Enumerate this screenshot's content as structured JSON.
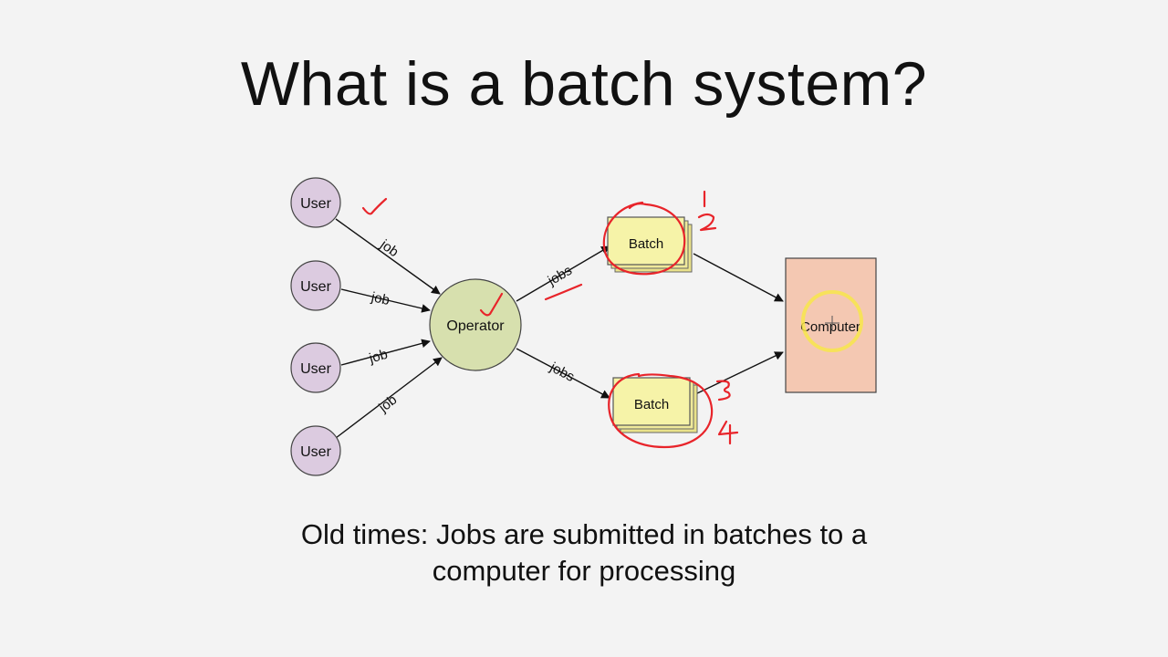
{
  "slide": {
    "title": "What is a batch system?",
    "caption_line_1": "Old times: Jobs are submitted in batches to a",
    "caption_line_2": "computer for processing"
  },
  "diagram": {
    "users": [
      {
        "label": "User"
      },
      {
        "label": "User"
      },
      {
        "label": "User"
      },
      {
        "label": "User"
      }
    ],
    "user_edges": [
      {
        "label": "job"
      },
      {
        "label": "job"
      },
      {
        "label": "job"
      },
      {
        "label": "job"
      }
    ],
    "operator": {
      "label": "Operator"
    },
    "batch_edges": [
      {
        "label": "jobs"
      },
      {
        "label": "jobs"
      }
    ],
    "batches": [
      {
        "label": "Batch"
      },
      {
        "label": "Batch"
      }
    ],
    "computer": {
      "label": "Computer"
    },
    "colors": {
      "user_fill": "#dccbe0",
      "operator_fill": "#d7e0ae",
      "batch_fill": "#f6f3a8",
      "computer_fill": "#f4c8b2",
      "annotation_red": "#e8242a",
      "annotation_yellow": "#f7e64a"
    }
  },
  "annotations": {
    "marks": [
      {
        "kind": "checkmark"
      },
      {
        "kind": "checkmark"
      },
      {
        "kind": "underline"
      },
      {
        "kind": "circle"
      },
      {
        "kind": "circle"
      },
      {
        "kind": "highlight-circle"
      }
    ],
    "numbers": [
      "1",
      "2",
      "3",
      "4"
    ]
  }
}
